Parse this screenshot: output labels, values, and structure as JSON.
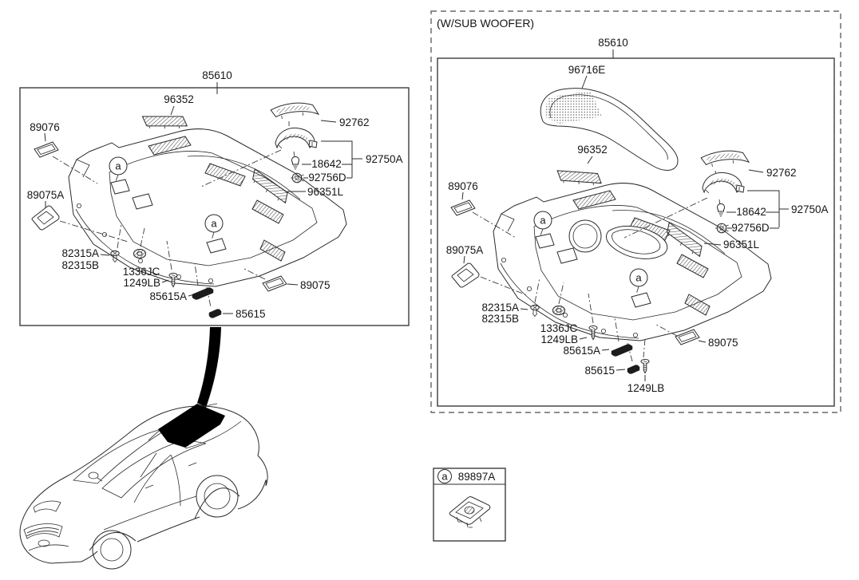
{
  "left_panel": {
    "assembly": "85610",
    "marker": "a",
    "parts": {
      "grille_center": "96352",
      "lens": "92762",
      "lamp": "92750A",
      "bulb": "18642",
      "socket": "92756D",
      "side_grille": "96351L",
      "trim_front": "89076",
      "pad": "89075A",
      "clip_a": "82315A",
      "clip_b": "82315B",
      "grommet": "1336JC",
      "screw": "1249LB",
      "guide": "85615A",
      "guide_clip": "85615",
      "trim_rear": "89075"
    }
  },
  "right_panel": {
    "variant": "(W/SUB WOOFER)",
    "assembly": "85610",
    "marker": "a",
    "parts": {
      "woofer_grille": "96716E",
      "grille_center": "96352",
      "lens": "92762",
      "lamp": "92750A",
      "bulb": "18642",
      "socket": "92756D",
      "side_grille": "96351L",
      "trim_front": "89076",
      "pad": "89075A",
      "clip_a": "82315A",
      "clip_b": "82315B",
      "grommet": "1336JC",
      "screw_upper": "1249LB",
      "guide": "85615A",
      "guide_clip": "85615",
      "screw_lower": "1249LB",
      "trim_rear": "89075"
    }
  },
  "legend": {
    "marker": "a",
    "part": "89897A"
  },
  "colors": {
    "line": "#2b2b2b",
    "dark_fill": "#1c1c1c",
    "background": "#ffffff"
  }
}
